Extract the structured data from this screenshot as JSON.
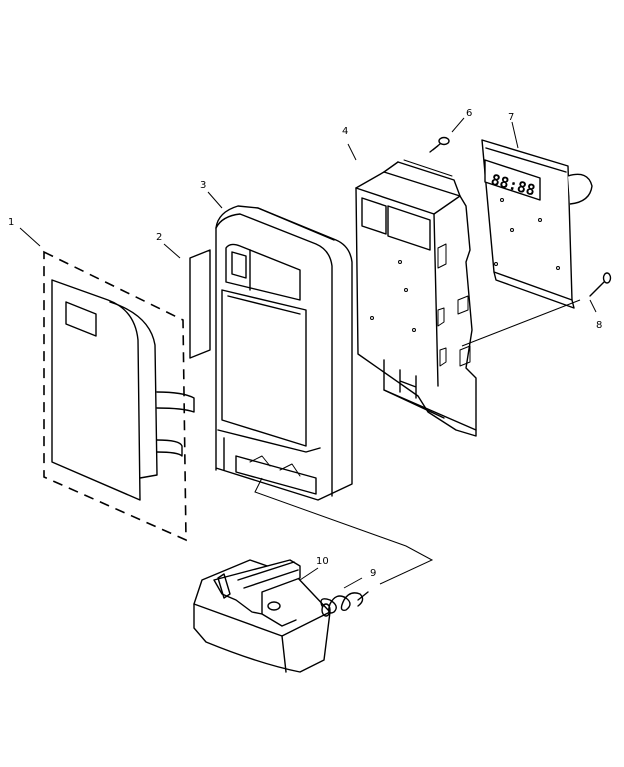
{
  "callouts": [
    {
      "id": "callout-1",
      "label": "1"
    },
    {
      "id": "callout-2",
      "label": "2"
    },
    {
      "id": "callout-3",
      "label": "3"
    },
    {
      "id": "callout-4",
      "label": "4"
    },
    {
      "id": "callout-6",
      "label": "6"
    },
    {
      "id": "callout-7",
      "label": "7"
    },
    {
      "id": "callout-8",
      "label": "8"
    },
    {
      "id": "callout-9",
      "label": "9"
    },
    {
      "id": "callout-10",
      "label": "10"
    }
  ],
  "display_readout": "88:88"
}
